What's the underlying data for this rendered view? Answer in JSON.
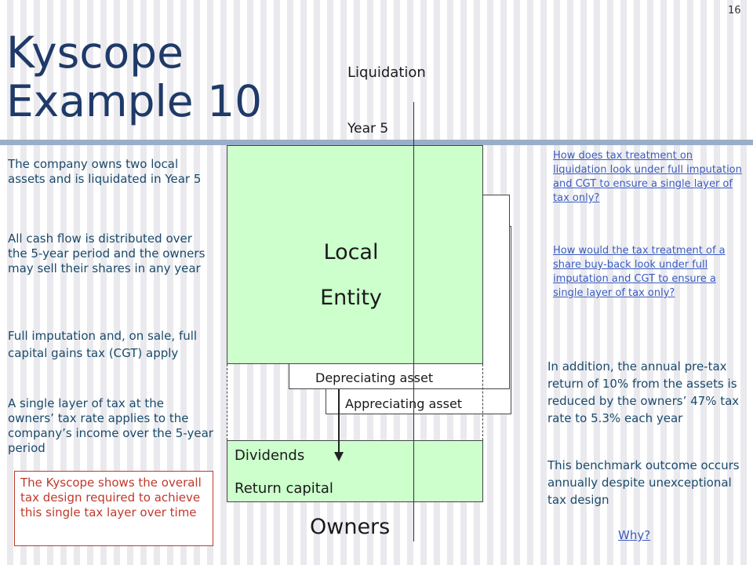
{
  "page_number": "16",
  "title": {
    "line1": "Kyscope",
    "line2": "Example 10"
  },
  "timeline": {
    "liquidation_label": "Liquidation",
    "year_label": "Year 5"
  },
  "left_column": {
    "p1": "The company owns two local assets and is liquidated in Year 5",
    "p2": "All cash flow is distributed over the 5-year period and the owners may sell their shares in any year",
    "p3": "Full imputation and, on sale, full capital gains tax (CGT) apply",
    "p4": "A single layer of tax at the owners’ tax rate applies to the company’s income over the 5-year period",
    "note": "The Kyscope shows the overall tax design required to achieve this single tax layer over time"
  },
  "diagram": {
    "entity_line1": "Local",
    "entity_line2": "Entity",
    "depreciating_asset": "Depreciating asset",
    "appreciating_asset": "Appreciating asset",
    "dividends": "Dividends",
    "return_capital": "Return capital",
    "owners": "Owners"
  },
  "right_column": {
    "link1": "How does tax treatment on liquidation look under full imputation and CGT to ensure a single layer of tax only?",
    "link2": "How would the tax treatment of a share buy-back look under full imputation and CGT to ensure a single layer of tax only?",
    "p1": "In addition, the annual pre-tax return of 10% from the assets is reduced by the owners’ 47% tax rate to 5.3% each year",
    "p2": "This benchmark outcome occurs annually despite unexceptional tax design",
    "why_link": "Why?"
  },
  "colors": {
    "entity_fill": "#ccffcc",
    "title": "#1f3a68",
    "body_text": "#1a4a6a",
    "note_border": "#c0392b",
    "link": "#3a5bbf"
  }
}
